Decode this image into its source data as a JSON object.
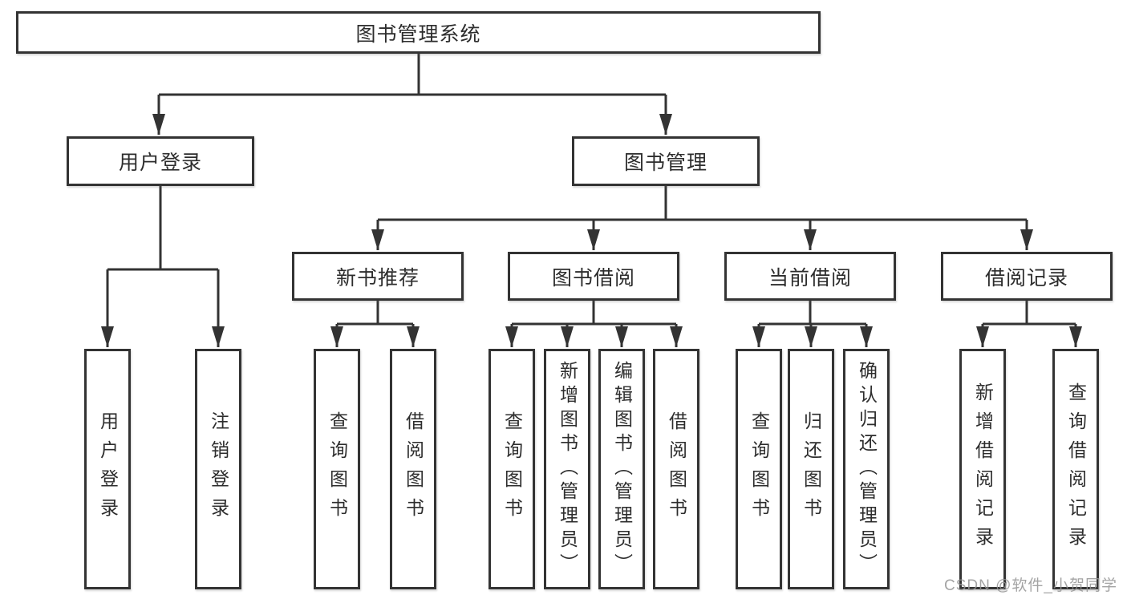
{
  "colors": {
    "line": "#333333",
    "box_border": "#333333",
    "text": "#2d2d2d",
    "watermark_text": "#949494",
    "background": "#ffffff"
  },
  "tree": {
    "root": {
      "label": "图书管理系统"
    },
    "children": [
      {
        "label": "用户登录",
        "children": [
          {
            "label": "用户登录"
          },
          {
            "label": "注销登录"
          }
        ]
      },
      {
        "label": "图书管理",
        "children": [
          {
            "label": "新书推荐",
            "children": [
              {
                "label": "查询图书"
              },
              {
                "label": "借阅图书"
              }
            ]
          },
          {
            "label": "图书借阅",
            "children": [
              {
                "label": "查询图书"
              },
              {
                "label": "新增图书（管理员）"
              },
              {
                "label": "编辑图书（管理员）"
              },
              {
                "label": "借阅图书"
              }
            ]
          },
          {
            "label": "当前借阅",
            "children": [
              {
                "label": "查询图书"
              },
              {
                "label": "归还图书"
              },
              {
                "label": "确认归还（管理员）"
              }
            ]
          },
          {
            "label": "借阅记录",
            "children": [
              {
                "label": "新增借阅记录"
              },
              {
                "label": "查询借阅记录"
              }
            ]
          }
        ]
      }
    ]
  },
  "watermark": {
    "text": "CSDN @软件_小贺同学"
  }
}
